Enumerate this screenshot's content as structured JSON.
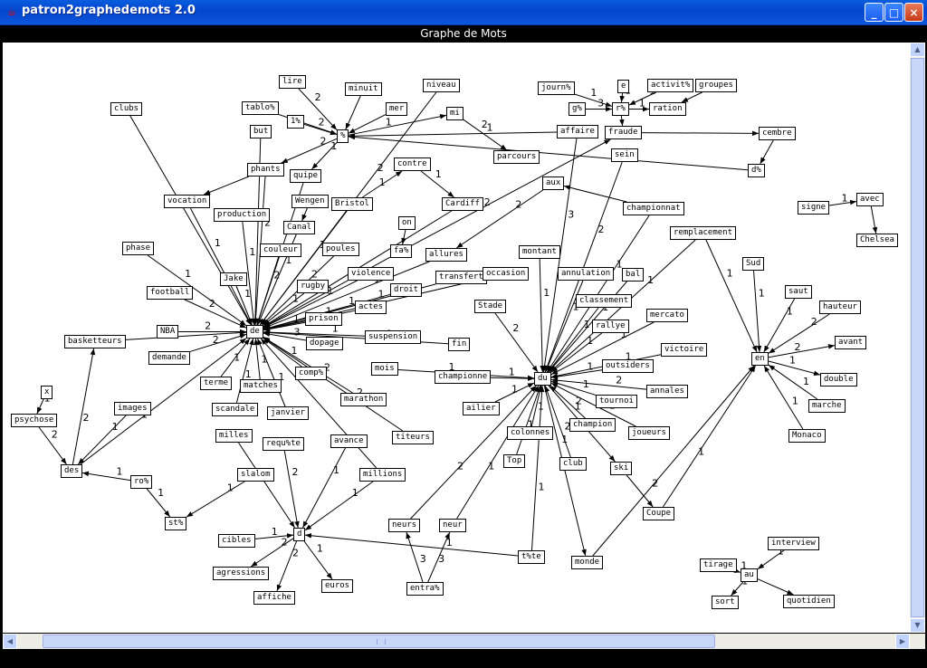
{
  "window": {
    "title": "patron2graphedemots 2.0",
    "panel_title": "Graphe de Mots",
    "minimize_glyph": "_",
    "maximize_glyph": "□",
    "close_glyph": "×",
    "icon": "java-cup-icon"
  },
  "scrollbars": {
    "up_glyph": "▲",
    "down_glyph": "▼",
    "left_glyph": "◀",
    "right_glyph": "▶"
  },
  "graph": {
    "nodes": [
      {
        "id": "lire",
        "label": "lire"
      },
      {
        "id": "minuit",
        "label": "minuit"
      },
      {
        "id": "niveau",
        "label": "niveau"
      },
      {
        "id": "journ",
        "label": "journ%"
      },
      {
        "id": "e",
        "label": "e"
      },
      {
        "id": "activit",
        "label": "activit%"
      },
      {
        "id": "groupes",
        "label": "groupes"
      },
      {
        "id": "clubs",
        "label": "clubs"
      },
      {
        "id": "tablo",
        "label": "tablo%"
      },
      {
        "id": "1pct",
        "label": "1%"
      },
      {
        "id": "mer",
        "label": "mer"
      },
      {
        "id": "mi",
        "label": "mi"
      },
      {
        "id": "gpct",
        "label": "g%"
      },
      {
        "id": "rpct",
        "label": "r%"
      },
      {
        "id": "ration",
        "label": "ration"
      },
      {
        "id": "but",
        "label": "but"
      },
      {
        "id": "pct",
        "label": "%"
      },
      {
        "id": "affaire",
        "label": "affaire"
      },
      {
        "id": "fraude",
        "label": "fraude"
      },
      {
        "id": "cembre",
        "label": "cembre"
      },
      {
        "id": "phants",
        "label": "phants"
      },
      {
        "id": "parcours",
        "label": "parcours"
      },
      {
        "id": "sein",
        "label": "sein"
      },
      {
        "id": "quipe",
        "label": "quipe"
      },
      {
        "id": "contre",
        "label": "contre"
      },
      {
        "id": "dpct",
        "label": "d%"
      },
      {
        "id": "aux",
        "label": "aux"
      },
      {
        "id": "vocation",
        "label": "vocation"
      },
      {
        "id": "wengen",
        "label": "Wengen"
      },
      {
        "id": "bristol",
        "label": "Bristol"
      },
      {
        "id": "cardiff",
        "label": "Cardiff"
      },
      {
        "id": "production",
        "label": "production"
      },
      {
        "id": "championnat",
        "label": "championnat"
      },
      {
        "id": "signe",
        "label": "signe"
      },
      {
        "id": "avec",
        "label": "avec"
      },
      {
        "id": "canal",
        "label": "Canal"
      },
      {
        "id": "on",
        "label": "on"
      },
      {
        "id": "chelsea",
        "label": "Chelsea"
      },
      {
        "id": "remplacement",
        "label": "remplacement"
      },
      {
        "id": "phase",
        "label": "phase"
      },
      {
        "id": "couleur",
        "label": "couleur"
      },
      {
        "id": "poules",
        "label": "poules"
      },
      {
        "id": "fa",
        "label": "fa%"
      },
      {
        "id": "montant",
        "label": "montant"
      },
      {
        "id": "allures",
        "label": "allures"
      },
      {
        "id": "sud",
        "label": "Sud"
      },
      {
        "id": "jake",
        "label": "Jake"
      },
      {
        "id": "violence",
        "label": "violence"
      },
      {
        "id": "transfert",
        "label": "transfert"
      },
      {
        "id": "occasion",
        "label": "occasion"
      },
      {
        "id": "annulation",
        "label": "annulation"
      },
      {
        "id": "bal",
        "label": "bal"
      },
      {
        "id": "football",
        "label": "football"
      },
      {
        "id": "rugby",
        "label": "rugby"
      },
      {
        "id": "droit",
        "label": "droit"
      },
      {
        "id": "saut",
        "label": "saut"
      },
      {
        "id": "classement",
        "label": "classement"
      },
      {
        "id": "actes",
        "label": "actes"
      },
      {
        "id": "stade",
        "label": "Stade"
      },
      {
        "id": "hauteur",
        "label": "hauteur"
      },
      {
        "id": "nba",
        "label": "NBA"
      },
      {
        "id": "prison",
        "label": "prison"
      },
      {
        "id": "mercato",
        "label": "mercato"
      },
      {
        "id": "de",
        "label": "de"
      },
      {
        "id": "rallye",
        "label": "rallye"
      },
      {
        "id": "basketteurs",
        "label": "basketteurs"
      },
      {
        "id": "suspension",
        "label": "suspension"
      },
      {
        "id": "dopage",
        "label": "dopage"
      },
      {
        "id": "fin",
        "label": "fin"
      },
      {
        "id": "avant",
        "label": "avant"
      },
      {
        "id": "victoire",
        "label": "victoire"
      },
      {
        "id": "demande",
        "label": "demande"
      },
      {
        "id": "en",
        "label": "en"
      },
      {
        "id": "outsiders",
        "label": "outsiders"
      },
      {
        "id": "mois",
        "label": "mois"
      },
      {
        "id": "compe",
        "label": "comp%"
      },
      {
        "id": "double",
        "label": "double"
      },
      {
        "id": "championne",
        "label": "championne"
      },
      {
        "id": "du",
        "label": "du"
      },
      {
        "id": "terme",
        "label": "terme"
      },
      {
        "id": "matches",
        "label": "matches"
      },
      {
        "id": "annales",
        "label": "annales"
      },
      {
        "id": "x",
        "label": "x"
      },
      {
        "id": "marathon",
        "label": "marathon"
      },
      {
        "id": "tournoi",
        "label": "tournoi"
      },
      {
        "id": "marche",
        "label": "marche"
      },
      {
        "id": "images",
        "label": "images"
      },
      {
        "id": "scandale",
        "label": "scandale"
      },
      {
        "id": "janvier",
        "label": "janvier"
      },
      {
        "id": "ailier",
        "label": "ailier"
      },
      {
        "id": "psychose",
        "label": "psychose"
      },
      {
        "id": "champion",
        "label": "champion"
      },
      {
        "id": "titeurs",
        "label": "titeurs"
      },
      {
        "id": "colonnes",
        "label": "colonnes"
      },
      {
        "id": "joueurs",
        "label": "joueurs"
      },
      {
        "id": "monaco",
        "label": "Monaco"
      },
      {
        "id": "milles",
        "label": "milles"
      },
      {
        "id": "avance",
        "label": "avance"
      },
      {
        "id": "requete",
        "label": "requ%te"
      },
      {
        "id": "top",
        "label": "Top"
      },
      {
        "id": "club",
        "label": "club"
      },
      {
        "id": "des",
        "label": "des"
      },
      {
        "id": "slalom",
        "label": "slalom"
      },
      {
        "id": "ski",
        "label": "ski"
      },
      {
        "id": "millions",
        "label": "millions"
      },
      {
        "id": "roi",
        "label": "ro%"
      },
      {
        "id": "coupe",
        "label": "Coupe"
      },
      {
        "id": "st",
        "label": "st%"
      },
      {
        "id": "neurs",
        "label": "neurs"
      },
      {
        "id": "neur",
        "label": "neur"
      },
      {
        "id": "d",
        "label": "d"
      },
      {
        "id": "cibles",
        "label": "cibles"
      },
      {
        "id": "interview",
        "label": "interview"
      },
      {
        "id": "tete",
        "label": "t%te"
      },
      {
        "id": "monde",
        "label": "monde"
      },
      {
        "id": "tirage",
        "label": "tirage"
      },
      {
        "id": "agressions",
        "label": "agressions"
      },
      {
        "id": "au",
        "label": "au"
      },
      {
        "id": "euros",
        "label": "euros"
      },
      {
        "id": "entra",
        "label": "entra%"
      },
      {
        "id": "affiche",
        "label": "affiche"
      },
      {
        "id": "sort",
        "label": "sort"
      },
      {
        "id": "quotidien",
        "label": "quotidien"
      }
    ],
    "edges": [
      {
        "from": "lire",
        "to": "pct",
        "weight": "2"
      },
      {
        "from": "minuit",
        "to": "pct",
        "weight": ""
      },
      {
        "from": "tablo",
        "to": "pct",
        "weight": ""
      },
      {
        "from": "1pct",
        "to": "pct",
        "weight": "2"
      },
      {
        "from": "mer",
        "to": "pct",
        "weight": ""
      },
      {
        "from": "pct",
        "to": "mi",
        "weight": "1"
      },
      {
        "from": "mi",
        "to": "parcours",
        "weight": "2"
      },
      {
        "from": "affaire",
        "to": "pct",
        "weight": "1"
      },
      {
        "from": "dpct",
        "to": "pct",
        "weight": "2"
      },
      {
        "from": "journ",
        "to": "rpct",
        "weight": "1"
      },
      {
        "from": "e",
        "to": "rpct",
        "weight": "1"
      },
      {
        "from": "gpct",
        "to": "rpct",
        "weight": "3"
      },
      {
        "from": "activit",
        "to": "rpct",
        "weight": "1"
      },
      {
        "from": "rpct",
        "to": "ration",
        "weight": "1"
      },
      {
        "from": "groupes",
        "to": "ration",
        "weight": ""
      },
      {
        "from": "rpct",
        "to": "fraude",
        "weight": ""
      },
      {
        "from": "fraude",
        "to": "cembre",
        "weight": ""
      },
      {
        "from": "cembre",
        "to": "dpct",
        "weight": ""
      },
      {
        "from": "pct",
        "to": "phants",
        "weight": "2"
      },
      {
        "from": "pct",
        "to": "quipe",
        "weight": "1"
      },
      {
        "from": "niveau",
        "to": "de",
        "weight": "2"
      },
      {
        "from": "clubs",
        "to": "de",
        "weight": ""
      },
      {
        "from": "but",
        "to": "de",
        "weight": ""
      },
      {
        "from": "phants",
        "to": "de",
        "weight": "2"
      },
      {
        "from": "phants",
        "to": "vocation",
        "weight": ""
      },
      {
        "from": "vocation",
        "to": "de",
        "weight": "1"
      },
      {
        "from": "production",
        "to": "de",
        "weight": "1"
      },
      {
        "from": "wengen",
        "to": "canal",
        "weight": ""
      },
      {
        "from": "canal",
        "to": "de",
        "weight": "1"
      },
      {
        "from": "quipe",
        "to": "de",
        "weight": "1"
      },
      {
        "from": "bristol",
        "to": "de",
        "weight": "1"
      },
      {
        "from": "contre",
        "to": "cardiff",
        "weight": "1"
      },
      {
        "from": "bristol",
        "to": "contre",
        "weight": "1"
      },
      {
        "from": "cardiff",
        "to": "de",
        "weight": ""
      },
      {
        "from": "on",
        "to": "fa",
        "weight": ""
      },
      {
        "from": "fa",
        "to": "de",
        "weight": "1"
      },
      {
        "from": "fa",
        "to": "fraude",
        "weight": "2"
      },
      {
        "from": "phase",
        "to": "de",
        "weight": "1"
      },
      {
        "from": "couleur",
        "to": "de",
        "weight": "2"
      },
      {
        "from": "poules",
        "to": "de",
        "weight": "2"
      },
      {
        "from": "violence",
        "to": "de",
        "weight": "1"
      },
      {
        "from": "allures",
        "to": "de",
        "weight": "1"
      },
      {
        "from": "aux",
        "to": "allures",
        "weight": "2"
      },
      {
        "from": "championnat",
        "to": "aux",
        "weight": ""
      },
      {
        "from": "jake",
        "to": "de",
        "weight": "1"
      },
      {
        "from": "football",
        "to": "de",
        "weight": "2"
      },
      {
        "from": "rugby",
        "to": "de",
        "weight": "1"
      },
      {
        "from": "droit",
        "to": "de",
        "weight": "1"
      },
      {
        "from": "actes",
        "to": "de",
        "weight": "1"
      },
      {
        "from": "prison",
        "to": "de",
        "weight": "1"
      },
      {
        "from": "nba",
        "to": "de",
        "weight": "2"
      },
      {
        "from": "basketteurs",
        "to": "de",
        "weight": "1"
      },
      {
        "from": "demande",
        "to": "de",
        "weight": "2"
      },
      {
        "from": "dopage",
        "to": "de",
        "weight": "3"
      },
      {
        "from": "suspension",
        "to": "de",
        "weight": "1"
      },
      {
        "from": "transfert",
        "to": "de",
        "weight": "1"
      },
      {
        "from": "occasion",
        "to": "de",
        "weight": ""
      },
      {
        "from": "fin",
        "to": "de",
        "weight": "1"
      },
      {
        "from": "compe",
        "to": "de",
        "weight": "1"
      },
      {
        "from": "terme",
        "to": "de",
        "weight": "1"
      },
      {
        "from": "matches",
        "to": "de",
        "weight": "1"
      },
      {
        "from": "janvier",
        "to": "de",
        "weight": "1"
      },
      {
        "from": "marathon",
        "to": "de",
        "weight": "2"
      },
      {
        "from": "titeurs",
        "to": "de",
        "weight": "2"
      },
      {
        "from": "scandale",
        "to": "de",
        "weight": "1"
      },
      {
        "from": "millions",
        "to": "de",
        "weight": ""
      },
      {
        "from": "des",
        "to": "de",
        "weight": "1"
      },
      {
        "from": "des",
        "to": "basketteurs",
        "weight": "2"
      },
      {
        "from": "psychose",
        "to": "des",
        "weight": "2"
      },
      {
        "from": "x",
        "to": "psychose",
        "weight": "1"
      },
      {
        "from": "images",
        "to": "des",
        "weight": "1"
      },
      {
        "from": "roi",
        "to": "des",
        "weight": "1"
      },
      {
        "from": "roi",
        "to": "st",
        "weight": "1"
      },
      {
        "from": "slalom",
        "to": "st",
        "weight": "1"
      },
      {
        "from": "requete",
        "to": "d",
        "weight": "2"
      },
      {
        "from": "avance",
        "to": "d",
        "weight": "1"
      },
      {
        "from": "millions",
        "to": "d",
        "weight": "1"
      },
      {
        "from": "milles",
        "to": "d",
        "weight": ""
      },
      {
        "from": "cibles",
        "to": "d",
        "weight": "1"
      },
      {
        "from": "d",
        "to": "agressions",
        "weight": "2"
      },
      {
        "from": "d",
        "to": "affiche",
        "weight": "2"
      },
      {
        "from": "d",
        "to": "euros",
        "weight": "1"
      },
      {
        "from": "tete",
        "to": "d",
        "weight": "1"
      },
      {
        "from": "entra",
        "to": "neurs",
        "weight": "3"
      },
      {
        "from": "entra",
        "to": "neur",
        "weight": "3"
      },
      {
        "from": "neurs",
        "to": "du",
        "weight": "2"
      },
      {
        "from": "neur",
        "to": "du",
        "weight": "1"
      },
      {
        "from": "mois",
        "to": "du",
        "weight": "1"
      },
      {
        "from": "championne",
        "to": "du",
        "weight": "1"
      },
      {
        "from": "ailier",
        "to": "du",
        "weight": "1"
      },
      {
        "from": "colonnes",
        "to": "du",
        "weight": "1"
      },
      {
        "from": "top",
        "to": "du",
        "weight": "1"
      },
      {
        "from": "club",
        "to": "du",
        "weight": "2"
      },
      {
        "from": "champion",
        "to": "du",
        "weight": "2"
      },
      {
        "from": "joueurs",
        "to": "du",
        "weight": "1"
      },
      {
        "from": "tournoi",
        "to": "du",
        "weight": "1"
      },
      {
        "from": "annales",
        "to": "du",
        "weight": "2"
      },
      {
        "from": "outsiders",
        "to": "du",
        "weight": "1"
      },
      {
        "from": "victoire",
        "to": "du",
        "weight": "1"
      },
      {
        "from": "mercato",
        "to": "du",
        "weight": "1"
      },
      {
        "from": "rallye",
        "to": "du",
        "weight": "1"
      },
      {
        "from": "classement",
        "to": "du",
        "weight": "1"
      },
      {
        "from": "bal",
        "to": "du",
        "weight": "1"
      },
      {
        "from": "annulation",
        "to": "du",
        "weight": "1"
      },
      {
        "from": "montant",
        "to": "du",
        "weight": "1"
      },
      {
        "from": "stade",
        "to": "du",
        "weight": "2"
      },
      {
        "from": "sein",
        "to": "du",
        "weight": "2"
      },
      {
        "from": "affaire",
        "to": "du",
        "weight": "3"
      },
      {
        "from": "remplacement",
        "to": "du",
        "weight": "1"
      },
      {
        "from": "championnat",
        "to": "du",
        "weight": "1"
      },
      {
        "from": "du",
        "to": "ski",
        "weight": "1"
      },
      {
        "from": "du",
        "to": "monde",
        "weight": "1"
      },
      {
        "from": "tete",
        "to": "du",
        "weight": "1"
      },
      {
        "from": "signe",
        "to": "avec",
        "weight": "1"
      },
      {
        "from": "avec",
        "to": "chelsea",
        "weight": ""
      },
      {
        "from": "remplacement",
        "to": "en",
        "weight": "1"
      },
      {
        "from": "sud",
        "to": "en",
        "weight": "1"
      },
      {
        "from": "saut",
        "to": "en",
        "weight": "1"
      },
      {
        "from": "hauteur",
        "to": "en",
        "weight": "2"
      },
      {
        "from": "en",
        "to": "avant",
        "weight": "2"
      },
      {
        "from": "en",
        "to": "double",
        "weight": "1"
      },
      {
        "from": "marche",
        "to": "en",
        "weight": "1"
      },
      {
        "from": "monaco",
        "to": "en",
        "weight": "1"
      },
      {
        "from": "coupe",
        "to": "en",
        "weight": "1"
      },
      {
        "from": "monde",
        "to": "en",
        "weight": "2"
      },
      {
        "from": "ski",
        "to": "coupe",
        "weight": ""
      },
      {
        "from": "interview",
        "to": "au",
        "weight": "1"
      },
      {
        "from": "tirage",
        "to": "au",
        "weight": "1"
      },
      {
        "from": "au",
        "to": "sort",
        "weight": "1"
      },
      {
        "from": "au",
        "to": "quotidien",
        "weight": ""
      }
    ]
  }
}
